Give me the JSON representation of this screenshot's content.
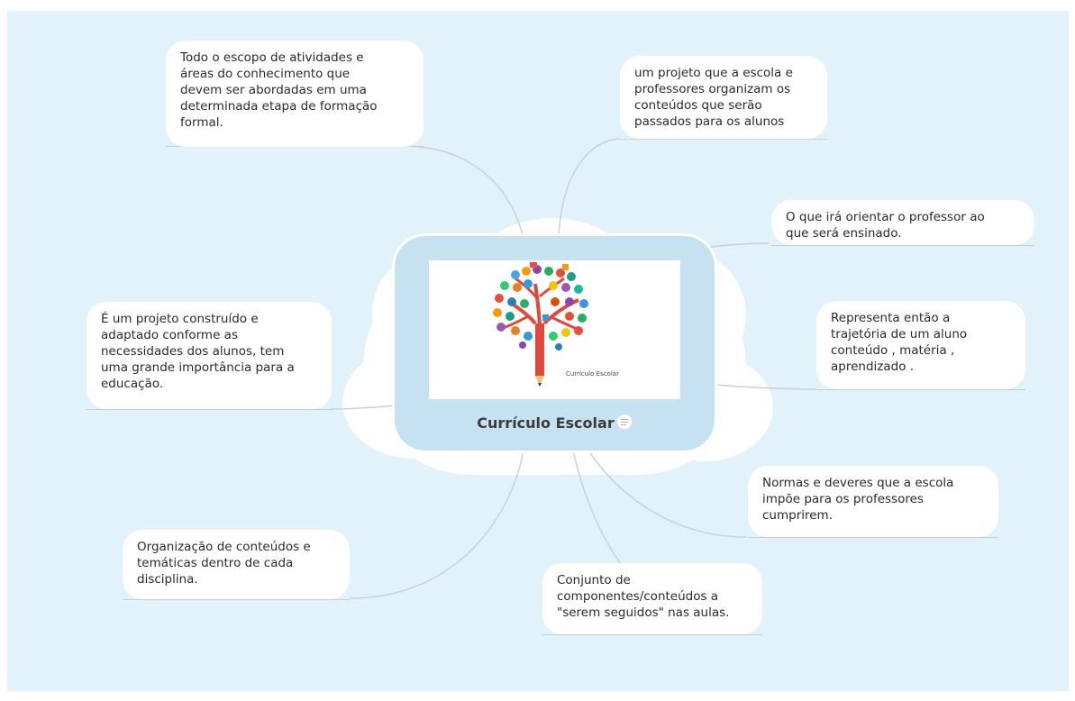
{
  "map": {
    "central_title": "Currículo Escolar",
    "image_caption": "Currículo Escolar",
    "note_icon": "note-icon",
    "branches": [
      {
        "id": "top-left",
        "text": "Todo o escopo de atividades e\náreas do conhecimento que\ndevem ser abordadas em uma\ndeterminada etapa de formação\nformal."
      },
      {
        "id": "top-right",
        "text": "um projeto que a escola e\nprofessores organizam os\nconteúdos que serão\npassados para os alunos"
      },
      {
        "id": "right-1",
        "text": "O que irá orientar o professor ao\nque será ensinado."
      },
      {
        "id": "right-2",
        "text": "Representa então a\ntrajetória de um aluno\nconteúdo , matéria ,\naprendizado ."
      },
      {
        "id": "left-mid",
        "text": "É um projeto construído e\nadaptado conforme as\nnecessidades dos alunos, tem\numa grande importância para a\neducação."
      },
      {
        "id": "right-3",
        "text": "Normas e deveres que a escola\nimpõe para os professores\ncumprirem."
      },
      {
        "id": "bottom-left",
        "text": "Organização de conteúdos e\ntemáticas dentro de cada\ndisciplina."
      },
      {
        "id": "bottom-center",
        "text": "Conjunto de\ncomponentes/conteúdos a\n\"serem seguidos\" nas aulas."
      }
    ]
  },
  "colors": {
    "background": "#e1f2fb",
    "central_fill": "#c6e2f1",
    "node_fill": "#ffffff",
    "connector": "#c9ced2",
    "trunk": "#e2473b"
  }
}
